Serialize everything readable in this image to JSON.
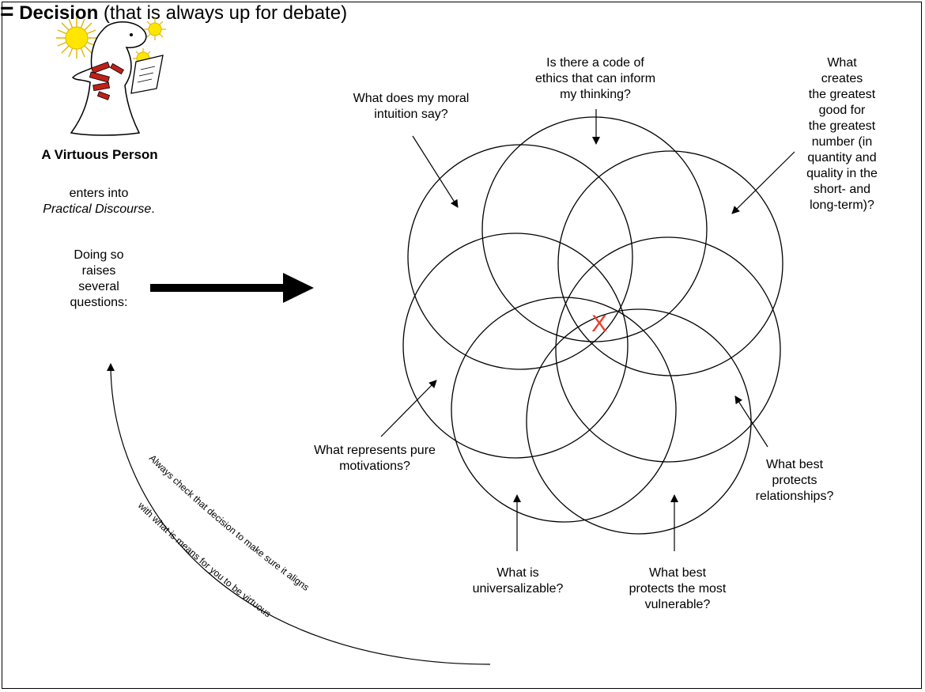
{
  "figure": {
    "person_title": "A Virtuous Person",
    "discourse_prefix": "enters into",
    "discourse_term": "Practical Discourse",
    "discourse_suffix": ".",
    "questions_intro": "Doing so\nraises\nseveral\nquestions:",
    "decision_eq": "=",
    "decision_word": "Decision",
    "decision_note": "(that is always up for debate)",
    "feedback_line1": "Always check that decision to make sure it aligns",
    "feedback_line2": "with what is means for you to be virtuous",
    "center_mark": "X"
  },
  "questions": {
    "moral_intuition": "What does my moral\nintuition say?",
    "code_of_ethics": "Is there a code of\nethics that can inform\nmy thinking?",
    "greatest_good": "What\ncreates\nthe greatest\ngood for\nthe greatest\nnumber (in\nquantity and\nquality in the\nshort- and\nlong-term)?",
    "pure_motivations": "What represents pure\nmotivations?",
    "universalizable": "What is\nuniversalizable?",
    "most_vulnerable": "What best\nprotects the most\nvulnerable?",
    "relationships": "What best\nprotects\nrelationships?"
  },
  "colors": {
    "line": "#000000",
    "center_mark": "#e8402f",
    "sun_fill": "#ffe600",
    "scarf": "#c0201a"
  }
}
